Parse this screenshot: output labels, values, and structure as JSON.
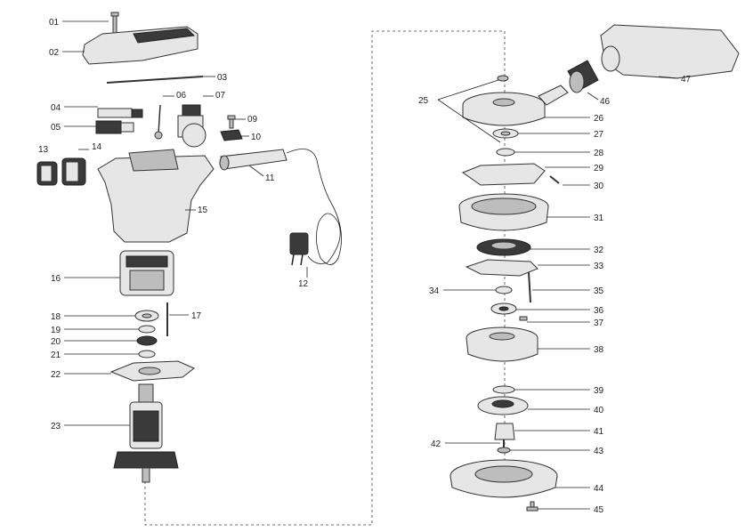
{
  "labels": {
    "l01": "01",
    "l02": "02",
    "l03": "03",
    "l04": "04",
    "l05": "05",
    "l06": "06",
    "l07": "07",
    "l09": "09",
    "l10": "10",
    "l11": "11",
    "l12": "12",
    "l13": "13",
    "l14": "14",
    "l15": "15",
    "l16": "16",
    "l17": "17",
    "l18": "18",
    "l19": "19",
    "l20": "20",
    "l21": "21",
    "l22": "22",
    "l23": "23",
    "l25": "25",
    "l26": "26",
    "l27": "27",
    "l28": "28",
    "l29": "29",
    "l30": "30",
    "l31": "31",
    "l32": "32",
    "l33": "33",
    "l34": "34",
    "l35": "35",
    "l36": "36",
    "l37": "37",
    "l38": "38",
    "l39": "39",
    "l40": "40",
    "l41": "41",
    "l42": "42",
    "l43": "43",
    "l44": "44",
    "l45": "45",
    "l46": "46",
    "l47": "47"
  }
}
